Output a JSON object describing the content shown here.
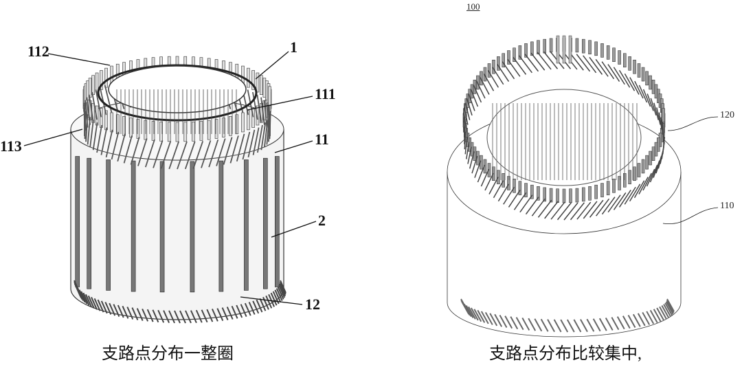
{
  "left_figure": {
    "labels": {
      "l112": "112",
      "l1": "1",
      "l111": "111",
      "l113": "113",
      "l11": "11",
      "l2": "2",
      "l12": "12"
    },
    "caption": "支路点分布一整圈"
  },
  "right_figure": {
    "figure_number": "100",
    "labels": {
      "l120": "120",
      "l110": "110"
    },
    "caption": "支路点分布比较集中,"
  }
}
